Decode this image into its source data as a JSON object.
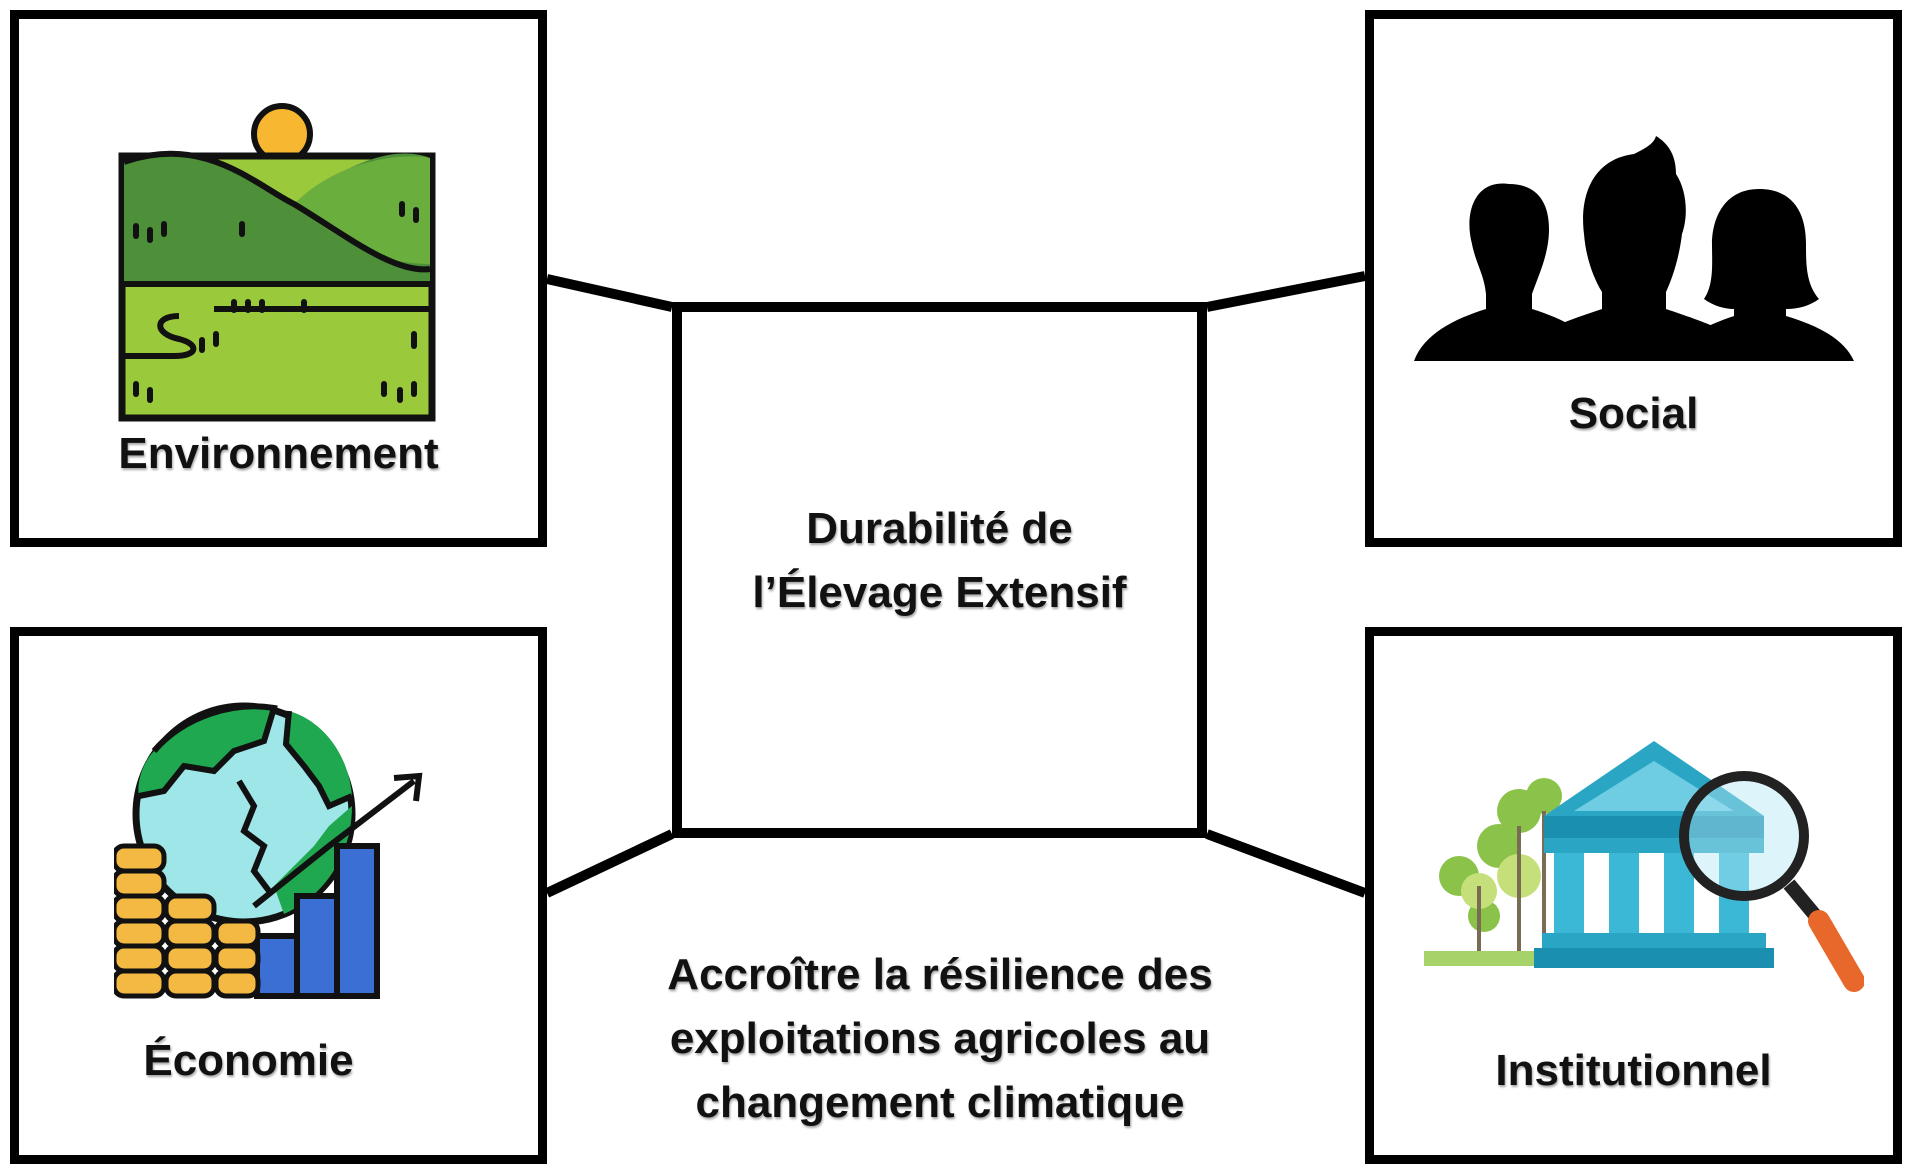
{
  "nodes": {
    "environment": {
      "label": "Environnement",
      "icon": "landscape-icon"
    },
    "social": {
      "label": "Social",
      "icon": "people-group-icon"
    },
    "economy": {
      "label": "Économie",
      "icon": "globe-coins-growth-icon"
    },
    "institutional": {
      "label": "Institutionnel",
      "icon": "institution-magnifier-icon"
    }
  },
  "center": {
    "line1": "Durabilité de",
    "line2": "l’Élevage Extensif"
  },
  "caption": {
    "line1": "Accroître la résilience des",
    "line2": "exploitations agricoles au",
    "line3": "changement climatique"
  },
  "colors": {
    "border": "#000000",
    "grass_dark": "#4e8f3a",
    "grass_light": "#9bc93c",
    "sun": "#f7b731",
    "coin": "#f4b942",
    "bar": "#3b6fd4",
    "globe_land": "#1fa84f",
    "globe_water": "#9ee6e8",
    "institution": "#2aa6c4"
  }
}
